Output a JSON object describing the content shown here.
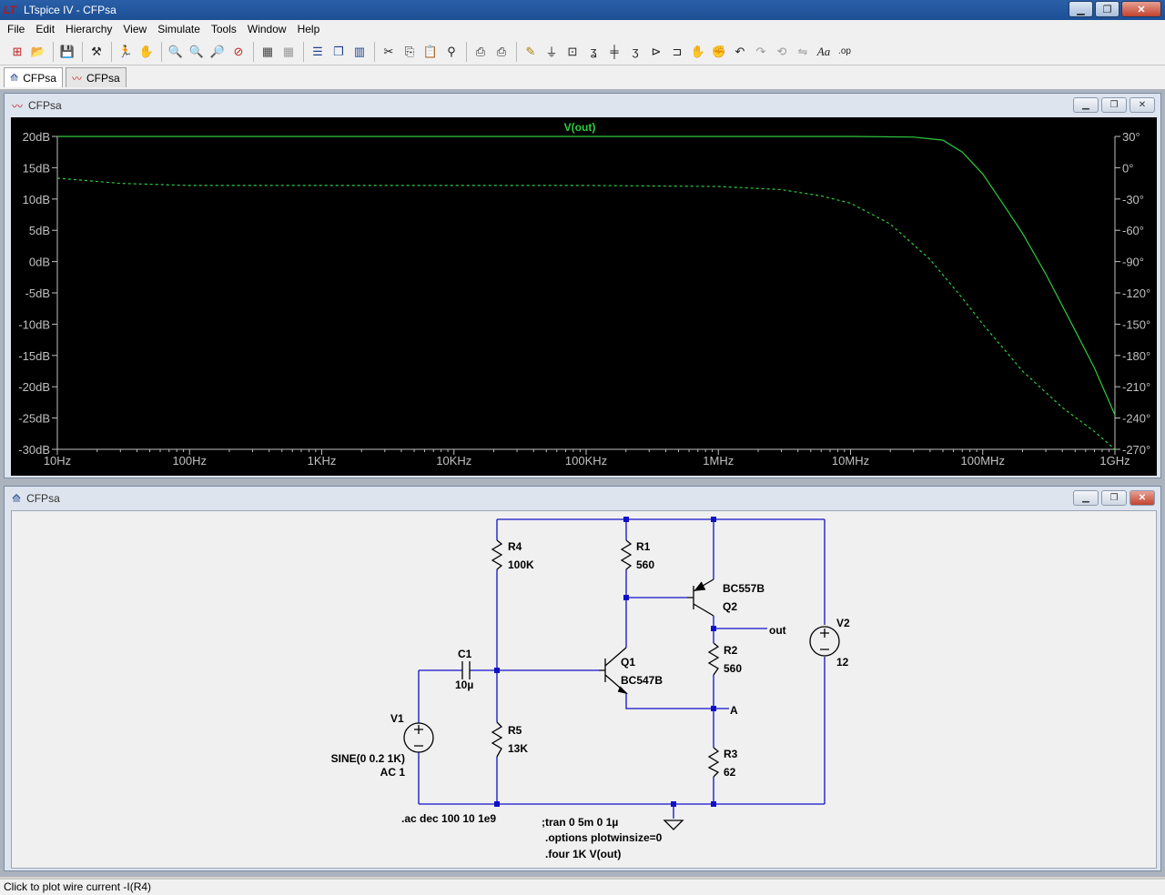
{
  "window": {
    "title": "LTspice IV - CFPsa",
    "logo": "LT",
    "buttons": [
      "minimize-icon",
      "restore-icon",
      "close-icon"
    ]
  },
  "menu": [
    "File",
    "Edit",
    "Hierarchy",
    "View",
    "Simulate",
    "Tools",
    "Window",
    "Help"
  ],
  "toolbar_icons": [
    "new-schematic-icon",
    "open-icon",
    "save-icon",
    "control-panel-icon",
    "run-icon",
    "halt-icon",
    "zoom-in-icon",
    "zoom-area-icon",
    "zoom-out-icon",
    "zoom-fit-icon",
    "autorange-icon",
    "grid-icon",
    "tile-horizontal-icon",
    "cascade-icon",
    "tile-vertical-icon",
    "cut-icon",
    "copy-icon",
    "paste-icon",
    "find-icon",
    "print-setup-icon",
    "print-icon",
    "wire-icon",
    "ground-icon",
    "label-icon",
    "resistor-icon",
    "capacitor-icon",
    "inductor-icon",
    "diode-icon",
    "component-icon",
    "move-icon",
    "drag-icon",
    "undo-icon",
    "redo-icon",
    "rotate-icon",
    "mirror-icon",
    "text-icon",
    "spice-directive-icon"
  ],
  "tabs": [
    {
      "label": "CFPsa",
      "icon": "schematic-icon"
    },
    {
      "label": "CFPsa",
      "icon": "waveform-icon"
    }
  ],
  "plot_window": {
    "title": "CFPsa",
    "trace_label": "V(out)",
    "colors": {
      "background": "#000000",
      "trace": "#2ecc40",
      "axis": "#c0c0c0"
    }
  },
  "chart_data": {
    "type": "line",
    "title": "V(out)",
    "x_scale": "log",
    "x_ticks": [
      "10Hz",
      "100Hz",
      "1KHz",
      "10KHz",
      "100KHz",
      "1MHz",
      "10MHz",
      "100MHz",
      "1GHz"
    ],
    "x_tick_values": [
      10,
      100,
      1000,
      10000,
      100000,
      1000000,
      10000000,
      100000000,
      1000000000
    ],
    "xlim": [
      10,
      1000000000
    ],
    "ylim_left": [
      -30,
      20
    ],
    "ylim_right": [
      -270,
      30
    ],
    "y_left_ticks": [
      "20dB",
      "15dB",
      "10dB",
      "5dB",
      "0dB",
      "-5dB",
      "-10dB",
      "-15dB",
      "-20dB",
      "-25dB",
      "-30dB"
    ],
    "y_right_ticks": [
      "30°",
      "0°",
      "-30°",
      "-60°",
      "-90°",
      "-120°",
      "-150°",
      "-180°",
      "-210°",
      "-240°",
      "-270°"
    ],
    "series": [
      {
        "name": "V(out)",
        "axis": "left",
        "style": "solid",
        "x": [
          10,
          1000,
          100000,
          10000000,
          30000000,
          50000000,
          70000000,
          100000000,
          150000000,
          200000000,
          300000000,
          500000000,
          700000000,
          1000000000
        ],
        "values": [
          20,
          20,
          20,
          20,
          19.9,
          19.4,
          17.5,
          14,
          8.5,
          4.5,
          -2,
          -11,
          -17,
          -24.5
        ]
      },
      {
        "name": "phase",
        "axis": "right",
        "style": "dashed",
        "x": [
          10,
          30,
          100,
          1000,
          10000,
          100000,
          1000000,
          3000000,
          6000000,
          10000000,
          20000000,
          40000000,
          70000000,
          100000000,
          200000000,
          400000000,
          700000000,
          1000000000
        ],
        "values": [
          -10,
          -15,
          -17,
          -17,
          -17,
          -17,
          -18,
          -21,
          -27,
          -34,
          -54,
          -88,
          -125,
          -150,
          -195,
          -230,
          -253,
          -270
        ]
      }
    ]
  },
  "schematic_window": {
    "title": "CFPsa",
    "components": {
      "R4": {
        "name": "R4",
        "value": "100K"
      },
      "R1": {
        "name": "R1",
        "value": "560"
      },
      "R2": {
        "name": "R2",
        "value": "560"
      },
      "R3": {
        "name": "R3",
        "value": "62"
      },
      "R5": {
        "name": "R5",
        "value": "13K"
      },
      "C1": {
        "name": "C1",
        "value": "10µ"
      },
      "Q1": {
        "name": "Q1",
        "model": "BC547B"
      },
      "Q2": {
        "name": "Q2",
        "model": "BC557B"
      },
      "V1": {
        "name": "V1",
        "value": "SINE(0 0.2 1K)",
        "ac": "AC 1"
      },
      "V2": {
        "name": "V2",
        "value": "12"
      }
    },
    "net_labels": {
      "out": "out",
      "a": "A"
    },
    "directives": [
      ".ac dec 100 10 1e9",
      ";tran 0 5m 0 1µ",
      ".options plotwinsize=0",
      ".four 1K V(out)"
    ],
    "colors": {
      "wire": "#1010c8",
      "component": "#000000",
      "background": "#f0f0f0"
    }
  },
  "status": "Click to plot wire current -I(R4)"
}
